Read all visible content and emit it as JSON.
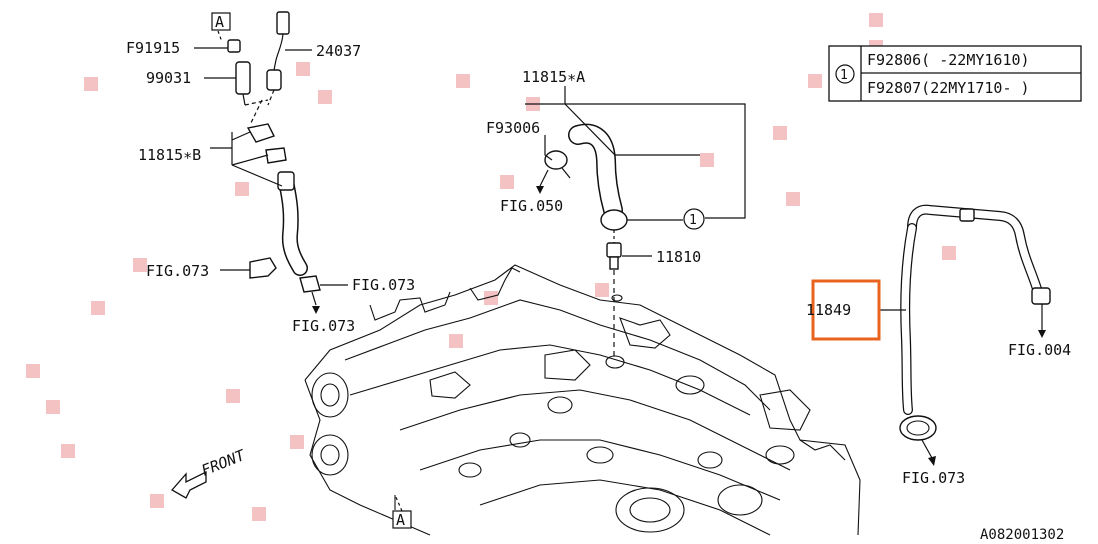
{
  "diagram_id": "A082001302",
  "callout_a": "A",
  "parts": {
    "f91915": "F91915",
    "p99031": "99031",
    "p24037": "24037",
    "p11815b": "11815∗B",
    "p11815a": "11815∗A",
    "f93006": "F93006",
    "p11810": "11810",
    "p11849": "11849"
  },
  "figure_refs": {
    "fig050": "FIG.050",
    "fig073_a": "FIG.073",
    "fig073_b": "FIG.073",
    "fig073_c": "FIG.073",
    "fig073_d": "FIG.073",
    "fig004": "FIG.004"
  },
  "legend": {
    "index_mark": "1",
    "row1": "F92806( -22MY1610)",
    "row2": "F92807(22MY1710- )"
  },
  "front_label": "FRONT",
  "highlight_color": "#e8641e"
}
